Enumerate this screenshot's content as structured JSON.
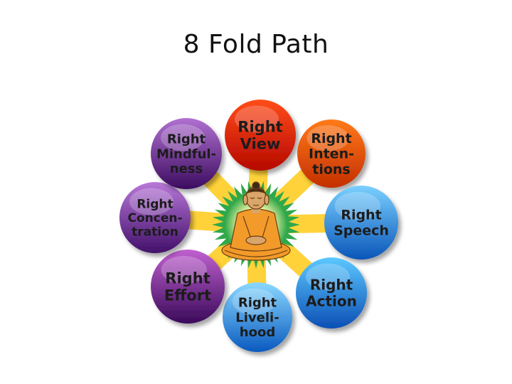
{
  "slide": {
    "title": "8 Fold Path"
  },
  "center": {
    "figure": "meditating-buddha-icon"
  },
  "elements": [
    {
      "id": "view",
      "lines": [
        "Right",
        "View"
      ],
      "color_top": "#ff4d1a",
      "color_bottom": "#b50800"
    },
    {
      "id": "intentions",
      "lines": [
        "Right",
        "Inten-",
        "tions"
      ],
      "color_top": "#ff7a1a",
      "color_bottom": "#c32f00"
    },
    {
      "id": "speech",
      "lines": [
        "Right",
        "Speech"
      ],
      "color_top": "#7ad0ff",
      "color_bottom": "#0a56b8"
    },
    {
      "id": "action",
      "lines": [
        "Right",
        "Action"
      ],
      "color_top": "#5cc8ff",
      "color_bottom": "#0b4fb5"
    },
    {
      "id": "livelihood",
      "lines": [
        "Right",
        "Liveli-",
        "hood"
      ],
      "color_top": "#8ad8ff",
      "color_bottom": "#0a5ac0"
    },
    {
      "id": "effort",
      "lines": [
        "Right",
        "Effort"
      ],
      "color_top": "#c060d0",
      "color_bottom": "#3a0a5a"
    },
    {
      "id": "concentration",
      "lines": [
        "Right",
        "Concen-",
        "tration"
      ],
      "color_top": "#b878d8",
      "color_bottom": "#42106a"
    },
    {
      "id": "mindfulness",
      "lines": [
        "Right",
        "Mindful-",
        "ness"
      ],
      "color_top": "#b070d0",
      "color_bottom": "#3c0c60"
    }
  ],
  "colors": {
    "spoke": "#ffd23a",
    "glow": "#2fa84a",
    "halo": "#f4e07a",
    "robe": "#f29a2a",
    "skin": "#d9a56a",
    "text": "#1c1c1c"
  }
}
